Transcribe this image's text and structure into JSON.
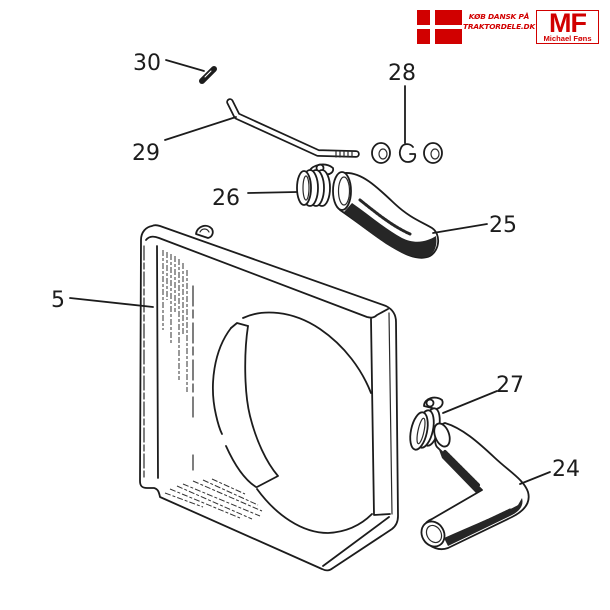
{
  "banner": {
    "brand_color": "#d10000",
    "flag_icon": "danish-flag-icon",
    "tagline_line1": "KØB DANSK PÅ",
    "tagline_line2": "TRAKTORDELE.DK",
    "logo_initials": "MF",
    "logo_name": "Michael Føns"
  },
  "diagram": {
    "background": "#ffffff",
    "line_color": "#1c1c1c",
    "callouts": {
      "pin": "30",
      "pipe": "29",
      "nuts_washer": "28",
      "upper_clamp": "26",
      "upper_hose": "25",
      "shroud": "5",
      "lower_clamp": "27",
      "lower_hose": "24"
    }
  }
}
